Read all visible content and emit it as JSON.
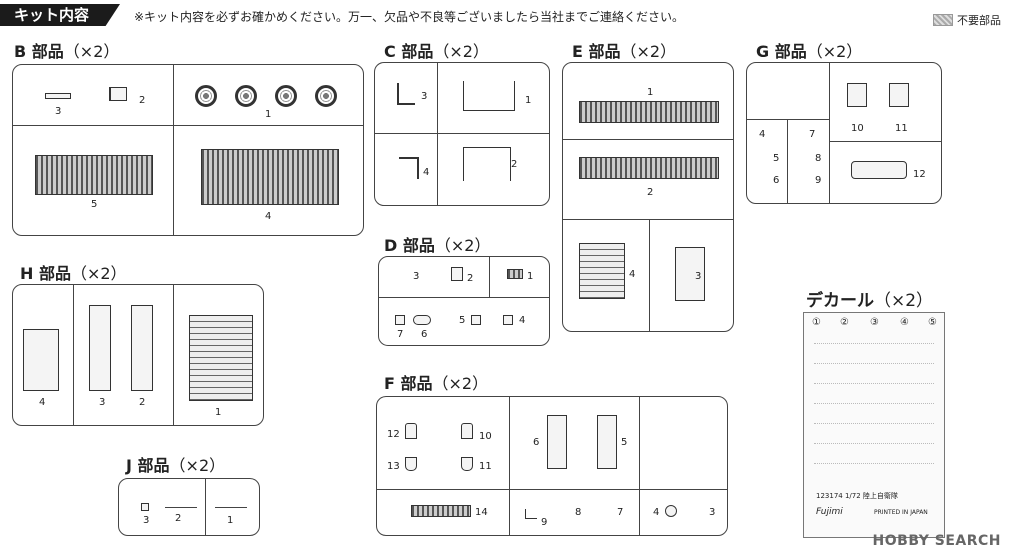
{
  "header": {
    "title": "キット内容",
    "notice": "※キット内容を必ずお確かめください。万一、欠品や不良等ございましたら当社までご連絡ください。",
    "legend_label": "不要部品"
  },
  "sections": {
    "B": {
      "title": "B 部品",
      "mult": "（×2）",
      "labels": [
        "3",
        "2",
        "1",
        "5",
        "4"
      ]
    },
    "C": {
      "title": "C 部品",
      "mult": "（×2）",
      "labels": [
        "3",
        "1",
        "4",
        "2"
      ]
    },
    "E": {
      "title": "E 部品",
      "mult": "（×2）",
      "labels": [
        "1",
        "2",
        "4",
        "3"
      ]
    },
    "G": {
      "title": "G 部品",
      "mult": "（×2）",
      "labels": [
        "10",
        "11",
        "4",
        "7",
        "5",
        "8",
        "6",
        "9",
        "12"
      ]
    },
    "H": {
      "title": "H 部品",
      "mult": "（×2）",
      "labels": [
        "4",
        "3",
        "2",
        "1"
      ]
    },
    "D": {
      "title": "D 部品",
      "mult": "（×2）",
      "labels": [
        "3",
        "2",
        "1",
        "7",
        "6",
        "5",
        "4"
      ]
    },
    "F": {
      "title": "F 部品",
      "mult": "（×2）",
      "labels": [
        "12",
        "10",
        "13",
        "11",
        "6",
        "5",
        "14",
        "9",
        "8",
        "7",
        "4",
        "3"
      ]
    },
    "J": {
      "title": "J 部品",
      "mult": "（×2）",
      "labels": [
        "3",
        "2",
        "1"
      ]
    },
    "decal": {
      "title": "デカール",
      "mult": "（×2）",
      "columns": [
        "①",
        "②",
        "③",
        "④",
        "⑤"
      ],
      "footer": "123174 1/72 陸上自衛隊",
      "maker": "Fujimi",
      "printed": "PRINTED IN JAPAN"
    }
  },
  "watermark": "HOBBY SEARCH",
  "colors": {
    "ink": "#222222",
    "runner": "#444444"
  }
}
